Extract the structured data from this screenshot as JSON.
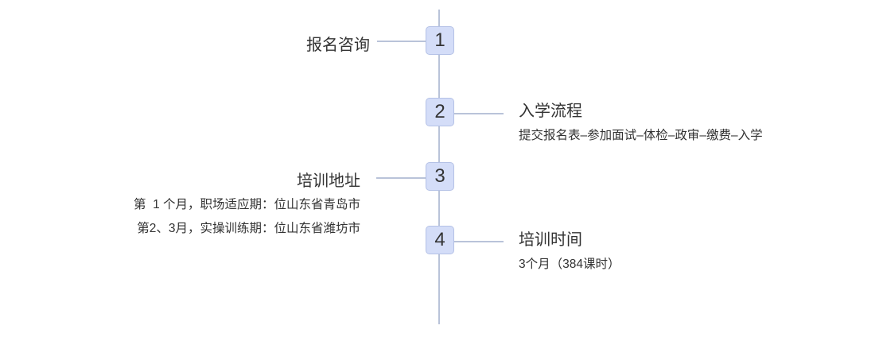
{
  "steps": [
    {
      "num": "1",
      "title": "报名咨询"
    },
    {
      "num": "2",
      "title": "入学流程",
      "details": [
        "提交报名表–参加面试–体检–政审–缴费–入学"
      ]
    },
    {
      "num": "3",
      "title": "培训地址",
      "details": [
        "第  1 个月，职场适应期：位山东省青岛市",
        "第2、3月，实操训练期：位山东省潍坊市"
      ]
    },
    {
      "num": "4",
      "title": "培训时间",
      "details": [
        "3个月（384课时）"
      ]
    }
  ]
}
